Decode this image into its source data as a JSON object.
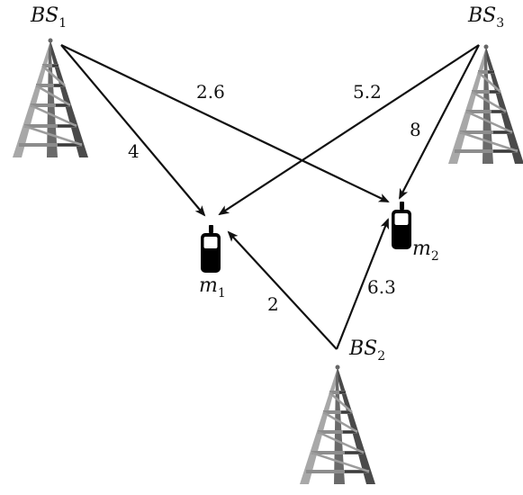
{
  "stations": {
    "bs1": {
      "base": "BS",
      "sub": "1"
    },
    "bs2": {
      "base": "BS",
      "sub": "2"
    },
    "bs3": {
      "base": "BS",
      "sub": "3"
    }
  },
  "mobiles": {
    "m1": {
      "base": "m",
      "sub": "1"
    },
    "m2": {
      "base": "m",
      "sub": "2"
    }
  },
  "links": {
    "bs1_m1": "4",
    "bs1_m2": "2.6",
    "bs3_m1": "5.2",
    "bs3_m2": "8",
    "bs2_m1": "2",
    "bs2_m2": "6.3"
  },
  "colors": {
    "edge": "#111111",
    "tower_light": "#9a9a9a",
    "tower_dark": "#3a3a3a",
    "phone": "#000000"
  }
}
